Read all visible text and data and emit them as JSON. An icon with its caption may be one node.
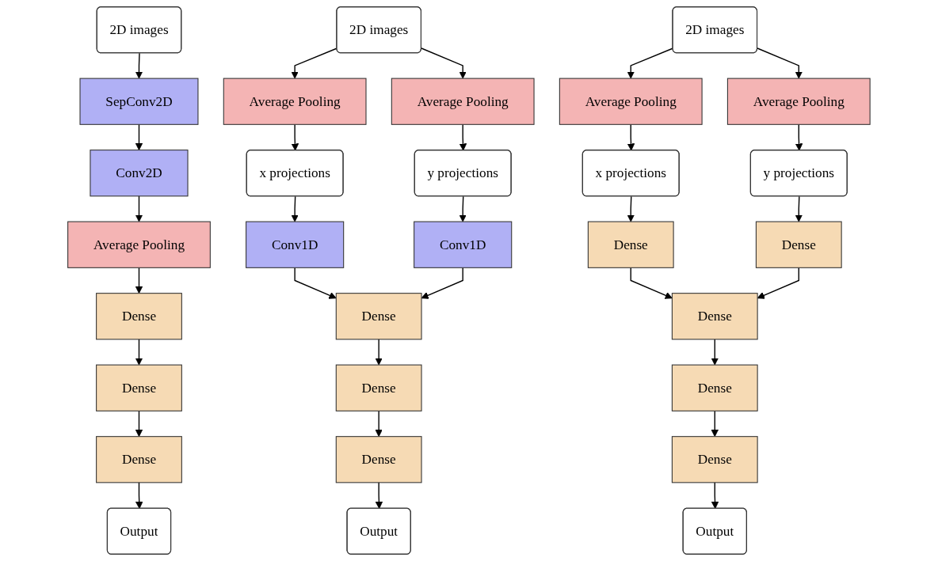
{
  "diagram": {
    "nodes": [
      {
        "text": [
          "2D images"
        ]
      },
      {
        "text": [
          "SepConv2D"
        ]
      },
      {
        "text": [
          "Conv2D"
        ]
      },
      {
        "text": [
          "Average Pooling"
        ]
      },
      {
        "text": [
          "Dense"
        ]
      },
      {
        "text": [
          "Dense"
        ]
      },
      {
        "text": [
          "Dense"
        ]
      },
      {
        "text": [
          "Output"
        ]
      },
      {
        "text": [
          "2D images"
        ]
      },
      {
        "text": [
          "Average Pooling"
        ]
      },
      {
        "text": [
          "Average Pooling"
        ]
      },
      {
        "text": [
          "x projections"
        ]
      },
      {
        "text": [
          "y projections"
        ]
      },
      {
        "text": [
          "Conv1D"
        ]
      },
      {
        "text": [
          "Conv1D"
        ]
      },
      {
        "text": [
          "Dense"
        ]
      },
      {
        "text": [
          "Dense"
        ]
      },
      {
        "text": [
          "Dense"
        ]
      },
      {
        "text": [
          "Output"
        ]
      },
      {
        "text": [
          "2D images"
        ]
      },
      {
        "text": [
          "Average Pooling"
        ]
      },
      {
        "text": [
          "Average Pooling"
        ]
      },
      {
        "text": [
          "x projections"
        ]
      },
      {
        "text": [
          "y projections"
        ]
      },
      {
        "text": [
          "Dense"
        ]
      },
      {
        "text": [
          "Dense"
        ]
      },
      {
        "text": [
          "Dense"
        ]
      },
      {
        "text": [
          "Dense"
        ]
      },
      {
        "text": [
          "Dense"
        ]
      },
      {
        "text": [
          "Output"
        ]
      }
    ],
    "edges": [
      {
        "from": 0,
        "to": 1,
        "arrow": "to"
      },
      {
        "from": 1,
        "to": 2,
        "arrow": "to"
      },
      {
        "from": 2,
        "to": 3,
        "arrow": "to"
      },
      {
        "from": 3,
        "to": 4,
        "arrow": "to"
      },
      {
        "from": 4,
        "to": 5,
        "arrow": "to"
      },
      {
        "from": 5,
        "to": 6,
        "arrow": "to"
      },
      {
        "from": 6,
        "to": 7,
        "arrow": "to"
      },
      {
        "from": 8,
        "to": 9,
        "arrow": "to"
      },
      {
        "from": 8,
        "to": 10,
        "arrow": "to"
      },
      {
        "from": 9,
        "to": 11,
        "arrow": "to"
      },
      {
        "from": 10,
        "to": 12,
        "arrow": "to"
      },
      {
        "from": 11,
        "to": 13,
        "arrow": "to"
      },
      {
        "from": 12,
        "to": 14,
        "arrow": "to"
      },
      {
        "from": 13,
        "to": 15,
        "arrow": "to"
      },
      {
        "from": 14,
        "to": 15,
        "arrow": "to"
      },
      {
        "from": 15,
        "to": 16,
        "arrow": "to"
      },
      {
        "from": 16,
        "to": 17,
        "arrow": "to"
      },
      {
        "from": 17,
        "to": 18,
        "arrow": "to"
      },
      {
        "from": 19,
        "to": 20,
        "arrow": "to"
      },
      {
        "from": 19,
        "to": 21,
        "arrow": "to"
      },
      {
        "from": 20,
        "to": 22,
        "arrow": "to"
      },
      {
        "from": 21,
        "to": 23,
        "arrow": "to"
      },
      {
        "from": 22,
        "to": 24,
        "arrow": "to"
      },
      {
        "from": 23,
        "to": 25,
        "arrow": "to"
      },
      {
        "from": 24,
        "to": 26,
        "arrow": "to"
      },
      {
        "from": 25,
        "to": 26,
        "arrow": "to"
      },
      {
        "from": 26,
        "to": 27,
        "arrow": "to"
      },
      {
        "from": 27,
        "to": 28,
        "arrow": "to"
      },
      {
        "from": 28,
        "to": 29,
        "arrow": "to"
      }
    ]
  }
}
